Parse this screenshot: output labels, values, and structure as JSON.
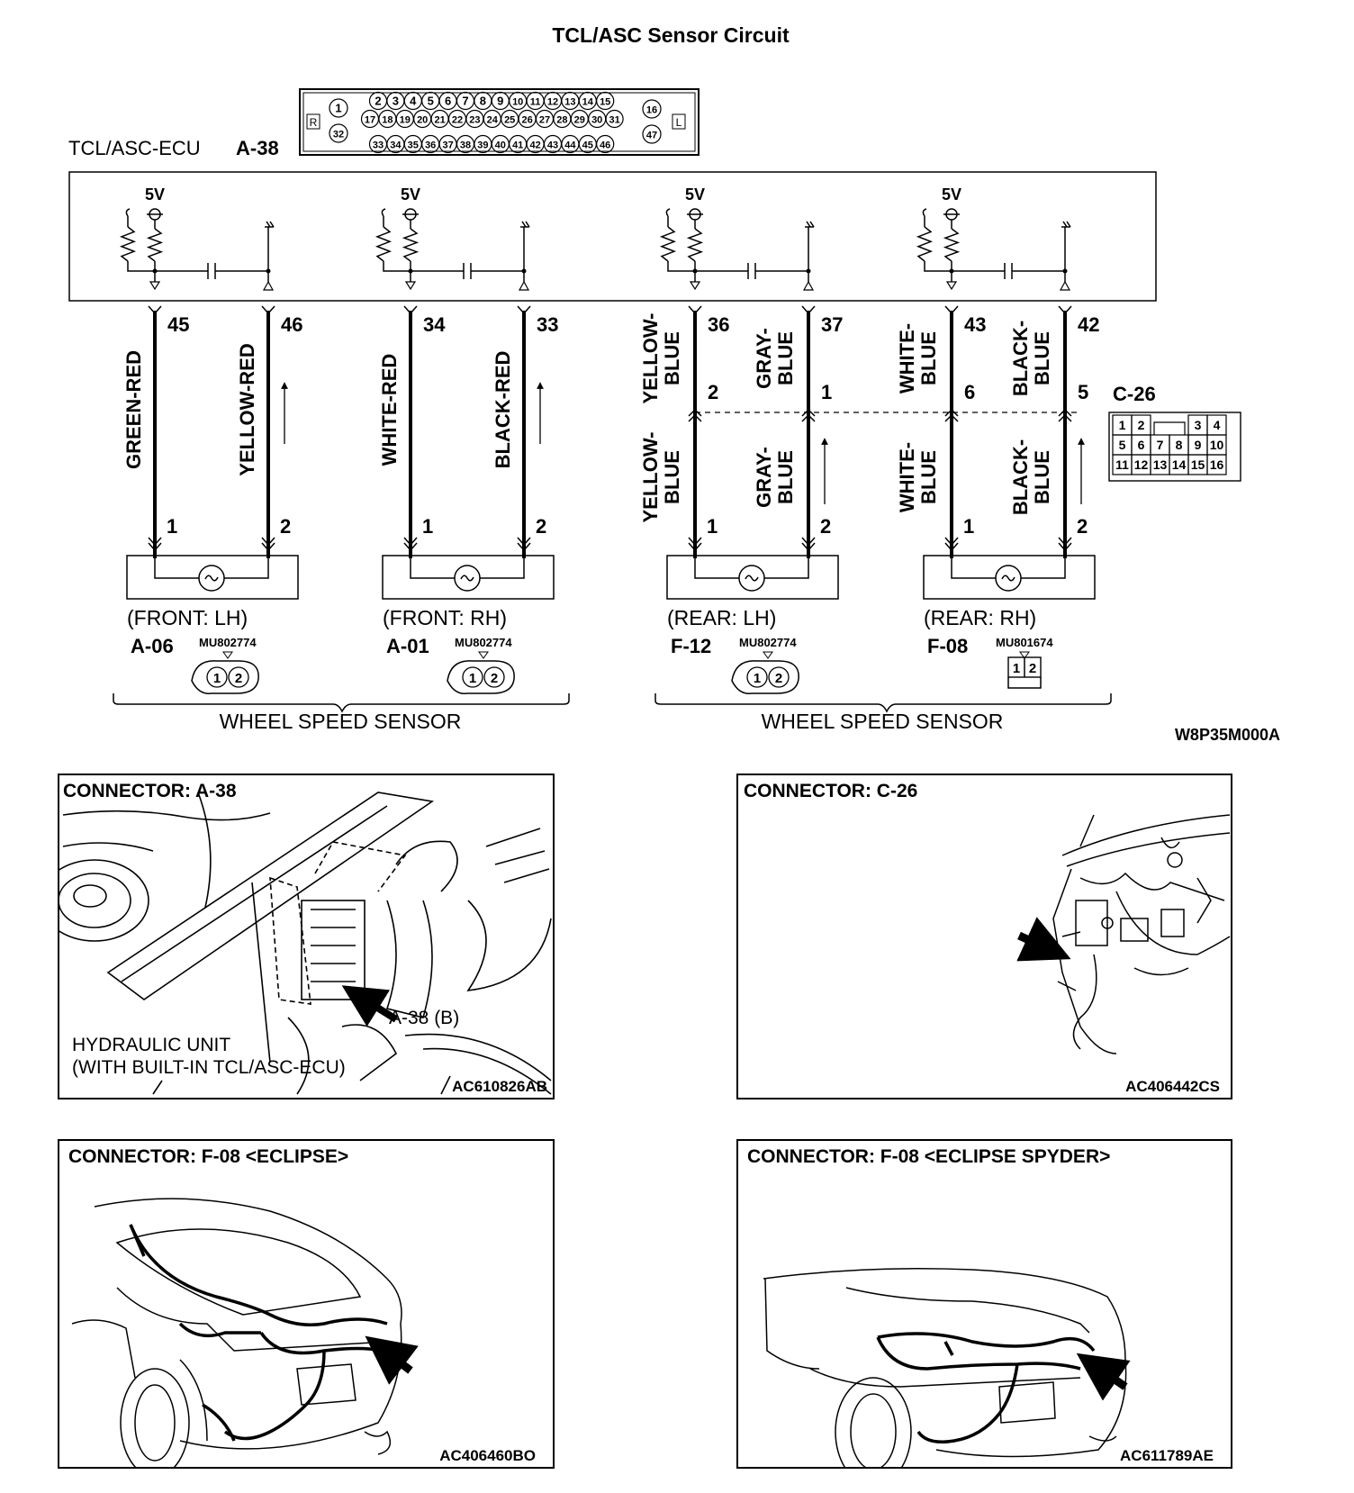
{
  "title": "TCL/ASC Sensor Circuit",
  "ecu": {
    "label": "TCL/ASC-ECU",
    "connector_id": "A-38"
  },
  "ecu_pinout": {
    "side_left": "R",
    "side_right": "L",
    "pins_row1_left": "1",
    "pins_row1": [
      "2",
      "3",
      "4",
      "5",
      "6",
      "7",
      "8",
      "9",
      "10",
      "11",
      "12",
      "13",
      "14",
      "15"
    ],
    "pins_row1_right": "16",
    "pins_row2": [
      "17",
      "18",
      "19",
      "20",
      "21",
      "22",
      "23",
      "24",
      "25",
      "26",
      "27",
      "28",
      "29",
      "30",
      "31"
    ],
    "pins_row3_left": "32",
    "pins_row3": [
      "33",
      "34",
      "35",
      "36",
      "37",
      "38",
      "39",
      "40",
      "41",
      "42",
      "43",
      "44",
      "45",
      "46"
    ],
    "pins_row3_right": "47"
  },
  "supply_label": "5V",
  "circuits": [
    {
      "pin_a": "45",
      "pin_b": "46",
      "wire_a": "GREEN-RED",
      "wire_b": "YELLOW-RED",
      "sensor_pin_a": "1",
      "sensor_pin_b": "2",
      "position": "(FRONT: LH)",
      "sensor_connector": "A-06",
      "part_no": "MU802774"
    },
    {
      "pin_a": "34",
      "pin_b": "33",
      "wire_a": "WHITE-RED",
      "wire_b": "BLACK-RED",
      "sensor_pin_a": "1",
      "sensor_pin_b": "2",
      "position": "(FRONT: RH)",
      "sensor_connector": "A-01",
      "part_no": "MU802774"
    },
    {
      "pin_a": "36",
      "pin_b": "37",
      "wire_a_top": [
        "YELLOW-",
        "BLUE"
      ],
      "wire_b_top": [
        "GRAY-",
        "BLUE"
      ],
      "wire_a_bottom": [
        "YELLOW-",
        "BLUE"
      ],
      "wire_b_bottom": [
        "GRAY-",
        "BLUE"
      ],
      "mid_pin_a": "2",
      "mid_pin_b": "1",
      "sensor_pin_a": "1",
      "sensor_pin_b": "2",
      "position": "(REAR: LH)",
      "sensor_connector": "F-12",
      "part_no": "MU802774"
    },
    {
      "pin_a": "43",
      "pin_b": "42",
      "wire_a_top": [
        "WHITE-",
        "BLUE"
      ],
      "wire_b_top": [
        "BLACK-",
        "BLUE"
      ],
      "wire_a_bottom": [
        "WHITE-",
        "BLUE"
      ],
      "wire_b_bottom": [
        "BLACK-",
        "BLUE"
      ],
      "mid_pin_a": "6",
      "mid_pin_b": "5",
      "sensor_pin_a": "1",
      "sensor_pin_b": "2",
      "position": "(REAR: RH)",
      "sensor_connector": "F-08",
      "part_no": "MU801674"
    }
  ],
  "junction_connector": {
    "id": "C-26",
    "row1": [
      "1",
      "2",
      "",
      "3",
      "4"
    ],
    "row2": [
      "5",
      "6",
      "7",
      "8",
      "9",
      "10"
    ],
    "row3": [
      "11",
      "12",
      "13",
      "14",
      "15",
      "16"
    ]
  },
  "sensor_group_label": "WHEEL SPEED SENSOR",
  "diagram_code": "W8P35M000A",
  "panels": {
    "a38": {
      "title": "CONNECTOR: A-38",
      "callout": "A-38 (B)",
      "caption_1": "HYDRAULIC UNIT",
      "caption_2": "(WITH BUILT-IN TCL/ASC-ECU)",
      "code": "AC610826AB"
    },
    "c26": {
      "title": "CONNECTOR: C-26",
      "code": "AC406442CS"
    },
    "f08_eclipse": {
      "title": "CONNECTOR: F-08 <ECLIPSE>",
      "code": "AC406460BO"
    },
    "f08_spyder": {
      "title": "CONNECTOR: F-08 <ECLIPSE SPYDER>",
      "code": "AC611789AE"
    }
  }
}
